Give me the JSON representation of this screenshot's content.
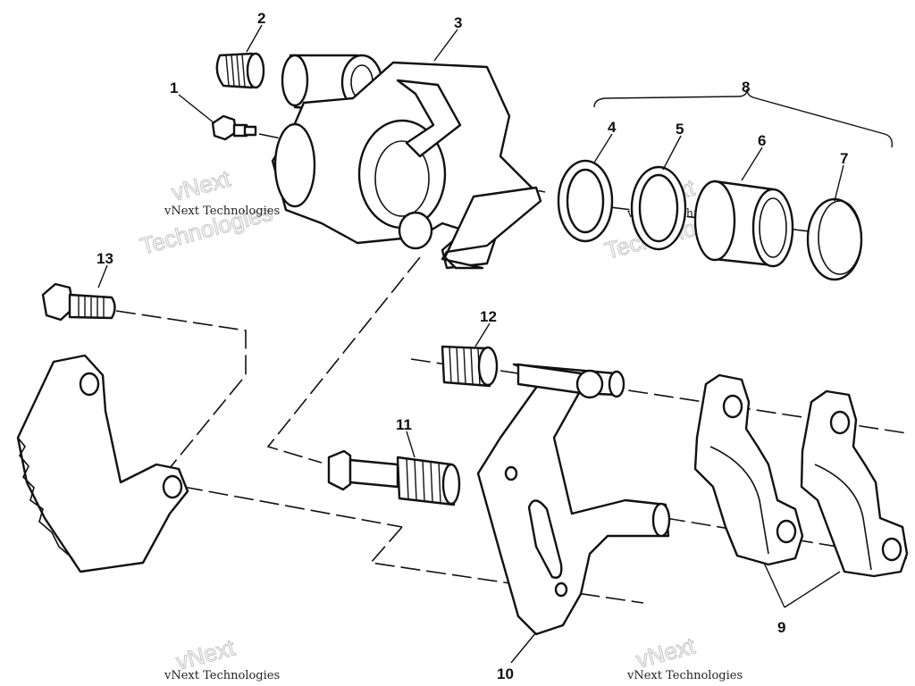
{
  "diagram": {
    "callouts": [
      "1",
      "2",
      "3",
      "4",
      "5",
      "6",
      "7",
      "8",
      "9",
      "10",
      "11",
      "12",
      "13"
    ],
    "watermark_small": "vNext Technologies",
    "watermark_big_line1": "vNext",
    "watermark_big_line2": "Technologies"
  }
}
